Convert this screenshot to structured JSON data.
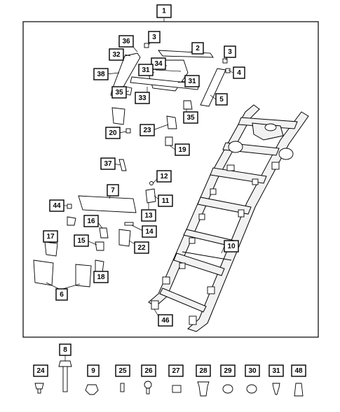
{
  "diagram": {
    "main_callout": "1",
    "callouts": [
      "36",
      "3",
      "2",
      "3",
      "32",
      "34",
      "4",
      "38",
      "31",
      "31",
      "35",
      "33",
      "5",
      "35",
      "20",
      "23",
      "19",
      "37",
      "12",
      "7",
      "11",
      "44",
      "13",
      "16",
      "14",
      "17",
      "15",
      "22",
      "10",
      "18",
      "6",
      "46"
    ],
    "fastener_callouts": [
      "8",
      "24",
      "9",
      "25",
      "26",
      "27",
      "28",
      "29",
      "30",
      "31",
      "48"
    ]
  }
}
